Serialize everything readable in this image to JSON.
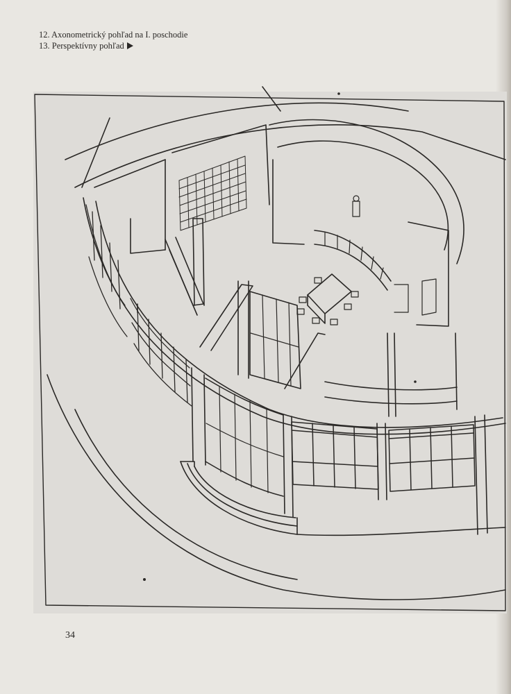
{
  "captions": {
    "line1": "12. Axonometrický pohľad na I. poschodie",
    "line2": "13. Perspektívny pohľad"
  },
  "icons": {
    "caption_pointer": "right-triangle-icon"
  },
  "colors": {
    "paper": "#e9e7e2",
    "drawing_bg": "#dedcd8",
    "ink": "#2a2826"
  },
  "footer": {
    "page_number": "34"
  }
}
